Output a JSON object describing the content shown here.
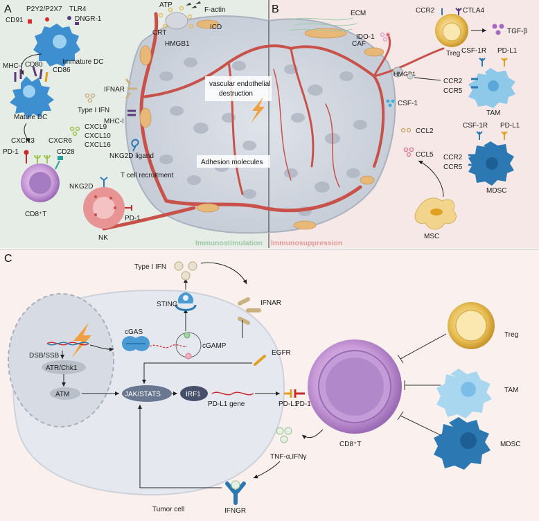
{
  "panels": {
    "a": "A",
    "b": "B",
    "c": "C"
  },
  "colors": {
    "panel_a_bg": "#e6ece6",
    "panel_b_bg": "#f5e8e6",
    "panel_c_bg": "#faf1ef",
    "vessel": "#c8524a",
    "dc_blue": "#3e8fd0",
    "cd8_purple": "#b98bd1",
    "nk_pink": "#e99494",
    "treg_gold": "#e3b53e",
    "tam_light_blue": "#8ec9ea",
    "mdsc_blue": "#2b78b3",
    "caf_orange": "#e8b878"
  },
  "panel_a": {
    "dc_receptors": [
      "P2Y2/P2X7",
      "TLR4",
      "CD91",
      "DNGR-1"
    ],
    "immature_dc": "Immature DC",
    "mature_dc_markers": [
      "MHC-I",
      "CD80",
      "CD86"
    ],
    "mature_dc": "Mature DC",
    "ifn_type": "Type I IFN",
    "chemokines": [
      "CXCL9",
      "CXCL10",
      "CXCL16"
    ],
    "tcell_receptors": [
      "CXCR3",
      "CXCR6",
      "PD-1",
      "CD28"
    ],
    "cd8_label": "CD8⁺T",
    "nk_receptor": "NKG2D",
    "nk_pd1": "PD-1",
    "nk_label": "NK",
    "ifnar": "IFNAR",
    "mhc1": "MHC-I",
    "nkg2d_ligand": "NKG2D ligand",
    "tcell_recruitment": "T cell recruitment",
    "icd_signals": [
      "ATP",
      "F-actin",
      "CRT",
      "ICD",
      "HMGB1"
    ],
    "vascular_destruction": "vascular endothelial destruction",
    "adhesion": "Adhesion molecules",
    "section": "Immunostimulation"
  },
  "panel_b": {
    "ecm": "ECM",
    "caf": "CAF",
    "ido1": "IDO-1",
    "hmgb1": "HMGB1",
    "treg_markers": [
      "CCR2",
      "CTLA4"
    ],
    "treg": "Treg",
    "tgfb": "TGF-β",
    "tam_markers": [
      "CSF-1R",
      "PD-L1",
      "CCR2",
      "CCR5"
    ],
    "tam": "TAM",
    "csf1": "CSF-1",
    "ccl2": "CCL2",
    "ccl5": "CCL5",
    "mdsc_markers": [
      "CSF-1R",
      "PD-L1",
      "CCR2",
      "CCR5"
    ],
    "mdsc": "MDSC",
    "msc": "MSC",
    "section": "Immunosuppression"
  },
  "panel_c": {
    "ifn_type": "Type I IFN",
    "sting": "STING",
    "cgas": "cGAS",
    "cgamp": "cGAMP",
    "ifnar": "IFNAR",
    "egfr": "EGFR",
    "dsb": "DSB/SSB",
    "atr": "ATR/Chk1",
    "atm": "ATM",
    "jak": "JAK/STATS",
    "irf1": "IRF1",
    "pdl1_gene": "PD-L1 gene",
    "pdl1": "PD-L1",
    "pd1": "PD-1",
    "cd8": "CD8⁺T",
    "treg": "Treg",
    "tam": "TAM",
    "mdsc": "MDSC",
    "cytokines": "TNF-α,IFNγ",
    "ifngr": "IFNGR",
    "tumor_cell": "Tumor cell"
  }
}
